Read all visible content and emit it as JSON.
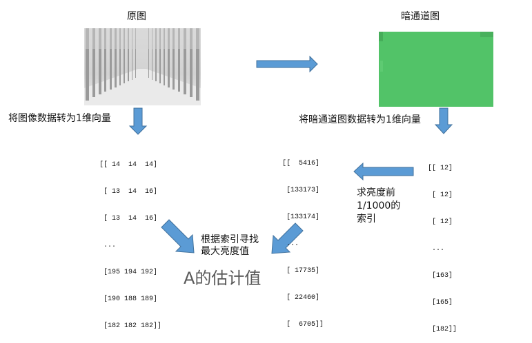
{
  "labels": {
    "original": "原图",
    "dark_channel": "暗通道图",
    "flatten_original": "将图像数据转为1维向量",
    "flatten_dark": "将暗通道图数据转为1维向量",
    "sort_top": [
      "求亮度前",
      "1/1000的",
      "索引"
    ],
    "lookup": [
      "根据索引寻找",
      "最大亮度值"
    ],
    "result": "A的估计值"
  },
  "arrays": {
    "original_rgb": [
      "[[ 14  14  14]",
      " [ 13  14  16]",
      " [ 13  14  16]",
      " ...",
      " [195 194 192]",
      " [190 188 189]",
      " [182 182 182]]"
    ],
    "indices": [
      "[[  5416]",
      " [133173]",
      " [133174]",
      " ...",
      " [ 17735]",
      " [ 22460]",
      " [  6705]]"
    ],
    "dark_flat": [
      "[[ 12]",
      " [ 12]",
      " [ 12]",
      " ...",
      " [163]",
      " [165]",
      " [182]]"
    ]
  },
  "colors": {
    "arrow": "#5b9bd5",
    "dark_channel_fill": "#52c368",
    "fog_sky": "#dedede",
    "tree": "#9b9b9b",
    "ground": "#e9e9e9"
  }
}
